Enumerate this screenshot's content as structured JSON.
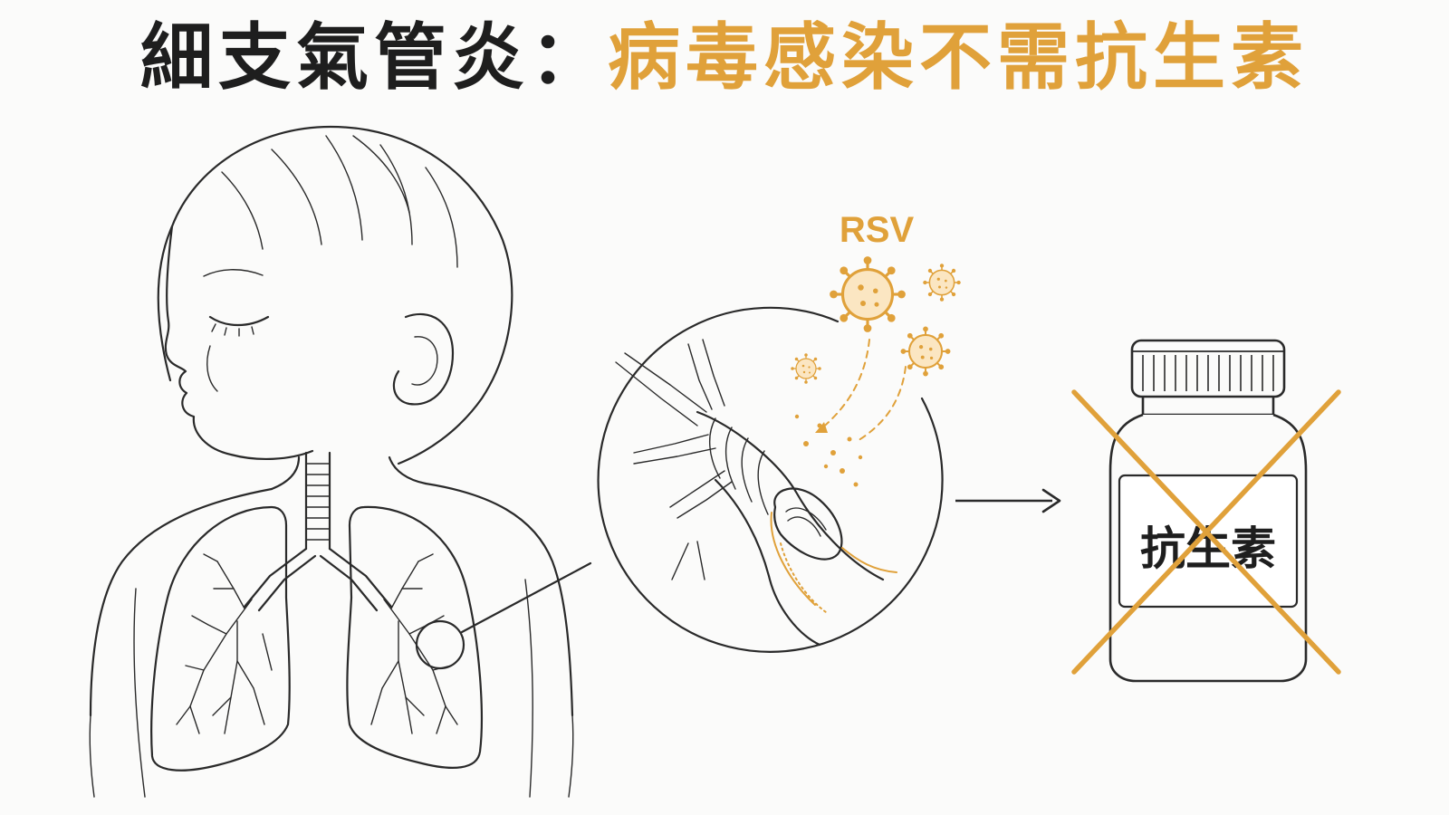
{
  "title": {
    "main": "細支氣管炎：",
    "highlight": "病毒感染不需抗生素"
  },
  "virus_label": "RSV",
  "bottle_label": "抗生素",
  "colors": {
    "accent": "#e0a13a",
    "ink": "#2a2a2a",
    "background": "#fbfbfa"
  },
  "icons": [
    "infant-illustration",
    "lungs-icon",
    "virus-icon",
    "bronchiole-magnifier",
    "arrow-right-icon",
    "medicine-bottle-icon",
    "cross-out-icon"
  ]
}
